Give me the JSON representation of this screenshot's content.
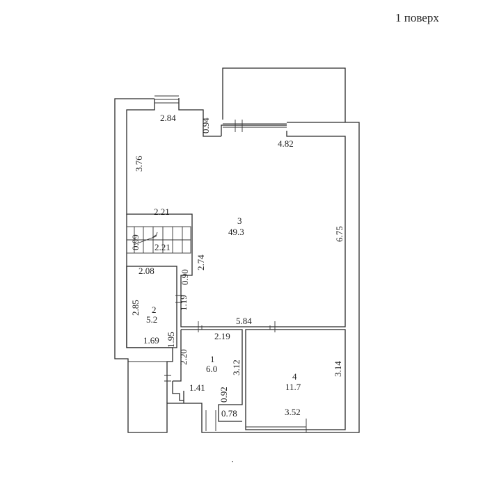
{
  "floor_title": "1 поверх",
  "rooms": [
    {
      "number": "1",
      "area": "6.0"
    },
    {
      "number": "2",
      "area": "5.2"
    },
    {
      "number": "3",
      "area": "49.3"
    },
    {
      "number": "4",
      "area": "11.7"
    }
  ],
  "dimensions": {
    "d_2_84": "2.84",
    "d_0_94": "0.94",
    "d_4_82": "4.82",
    "d_3_76": "3.76",
    "d_2_21_a": "2.21",
    "d_0_99": "0.99",
    "d_2_21_b": "2.21",
    "d_2_74": "2.74",
    "d_6_75": "6.75",
    "d_2_08": "2.08",
    "d_0_90": "0.90",
    "d_2_85": "2.85",
    "d_1_19": "1.19",
    "d_1_95": "1.95",
    "d_1_69": "1.69",
    "d_5_84": "5.84",
    "d_2_19": "2.19",
    "d_2_20": "2.20",
    "d_3_12": "3.12",
    "d_3_14": "3.14",
    "d_1_41": "1.41",
    "d_0_92": "0.92",
    "d_0_78": "0.78",
    "d_3_52": "3.52"
  }
}
